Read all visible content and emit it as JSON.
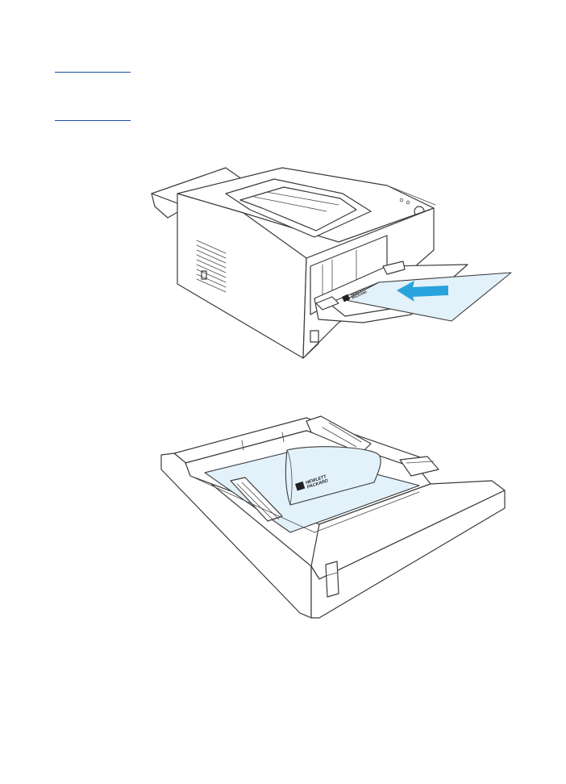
{
  "colors": {
    "rule": "#1a4ea3",
    "paper": "#e3f1fb",
    "arrow": "#29a3dd"
  },
  "figure_top": {
    "subject": "printer with paper in tray 1",
    "arrow_icon": "arrow-left-icon",
    "logo": {
      "line1": "HEWLETT",
      "line2": "PACKARD"
    }
  },
  "figure_bottom": {
    "subject": "paper tray with letterhead paper",
    "logo": {
      "line1": "HEWLETT",
      "line2": "PACKARD"
    }
  }
}
